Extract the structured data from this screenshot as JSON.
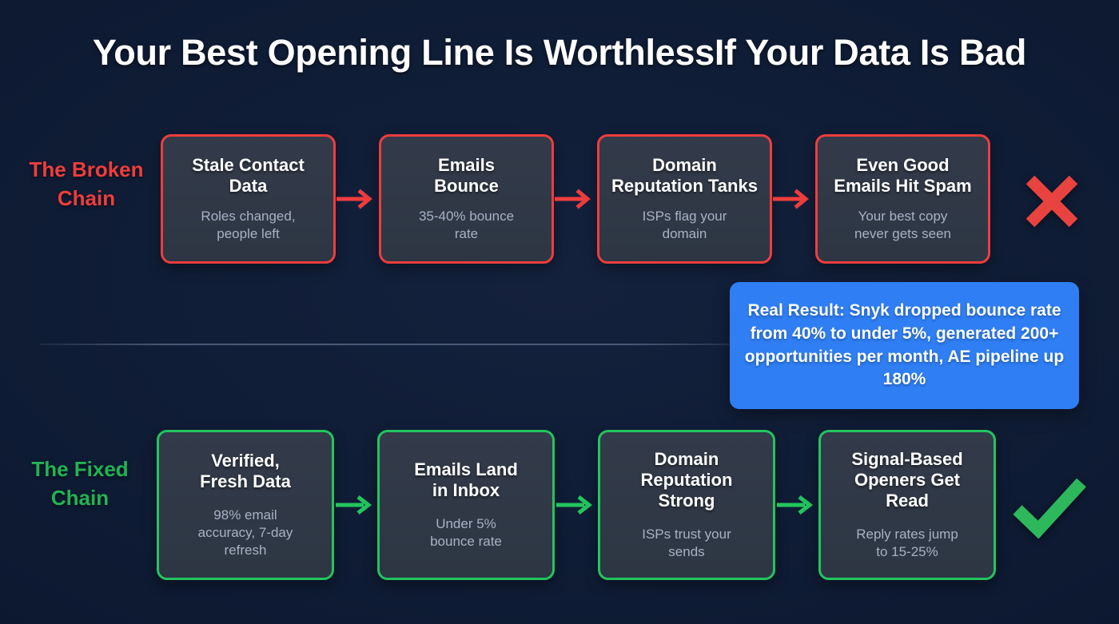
{
  "page": {
    "title": "Your Best Opening Line Is WorthlessIf Your Data Is Bad",
    "background_color": "#101d36",
    "accent_red": "#ef3d3d",
    "accent_green": "#22c55e",
    "accent_blue": "#2f7ef4"
  },
  "rows": {
    "broken": {
      "label": "The\nBroken\nChain",
      "verdict_icon": "x-mark-icon",
      "nodes": [
        {
          "title": "Stale Contact\nData",
          "sub": "Roles changed,\npeople left"
        },
        {
          "title": "Emails\nBounce",
          "sub": "35-40% bounce\nrate"
        },
        {
          "title": "Domain\nReputation Tanks",
          "sub": "ISPs flag your\ndomain"
        },
        {
          "title": "Even Good\nEmails Hit Spam",
          "sub": "Your best copy\nnever gets seen"
        }
      ],
      "arrow_icon": "arrow-right-icon"
    },
    "fixed": {
      "label": "The\nFixed\nChain",
      "verdict_icon": "check-mark-icon",
      "nodes": [
        {
          "title": "Verified,\nFresh Data",
          "sub": "98% email\naccuracy, 7-day\nrefresh"
        },
        {
          "title": "Emails Land\nin Inbox",
          "sub": "Under 5%\nbounce rate"
        },
        {
          "title": "Domain\nReputation\nStrong",
          "sub": "ISPs trust your\nsends"
        },
        {
          "title": "Signal-Based\nOpeners Get\nRead",
          "sub": "Reply rates jump\nto 15-25%"
        }
      ],
      "arrow_icon": "arrow-right-icon"
    }
  },
  "callout": {
    "text": "Real Result: Snyk dropped bounce rate from 40% to under 5%, generated 200+ opportunities per month, AE pipeline up 180%"
  }
}
